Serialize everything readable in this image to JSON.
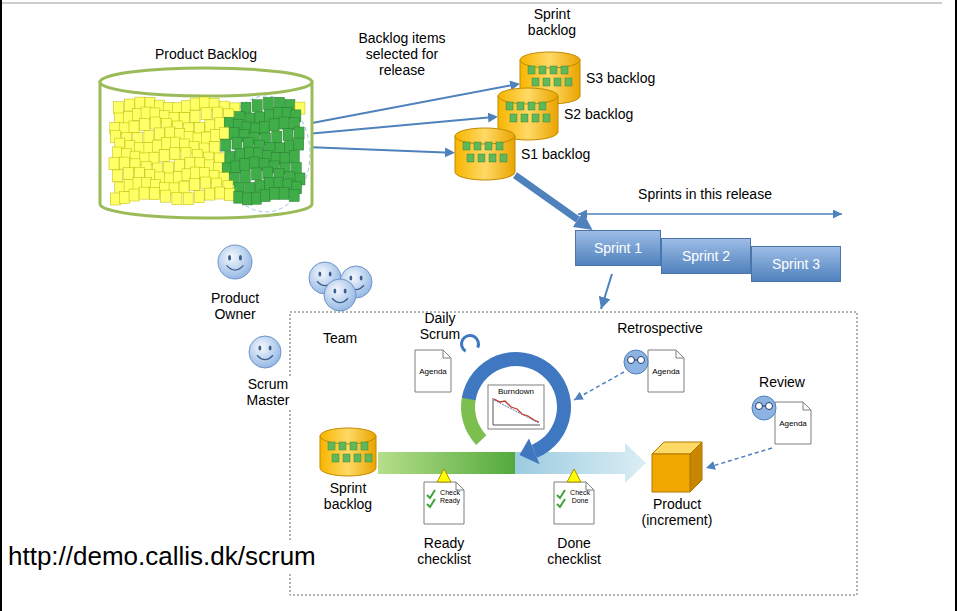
{
  "diagram": {
    "nodes": [
      {
        "text": [
          "Product Backlog"
        ]
      },
      {
        "text": [
          "S3 backlog"
        ]
      },
      {
        "text": [
          "S2 backlog"
        ]
      },
      {
        "text": [
          "S1 backlog"
        ]
      },
      {
        "text": [
          "Sprint 1"
        ]
      },
      {
        "text": [
          "Sprint 2"
        ]
      },
      {
        "text": [
          "Sprint 3"
        ]
      },
      {
        "text": [
          "Sprint backlog"
        ]
      },
      {
        "text": [
          "Product (increment)"
        ]
      }
    ],
    "edges": [
      {
        "from": 0,
        "to": 1,
        "arrow": "to"
      },
      {
        "from": 0,
        "to": 2,
        "arrow": "to"
      },
      {
        "from": 0,
        "to": 3,
        "arrow": "to"
      },
      {
        "from": 3,
        "to": 4,
        "arrow": "to"
      }
    ],
    "labels": [
      "Sprint backlog",
      "Backlog items selected for release",
      "Sprints in this release",
      "Product Owner",
      "Team",
      "Scrum Master",
      "Daily Scrum",
      "Agenda",
      "Burndown",
      "Retrospective",
      "Agenda",
      "Review",
      "Agenda",
      "Check Ready",
      "Ready checklist",
      "Check Done",
      "Done checklist",
      "http://demo.callis.dk/scrum"
    ]
  }
}
